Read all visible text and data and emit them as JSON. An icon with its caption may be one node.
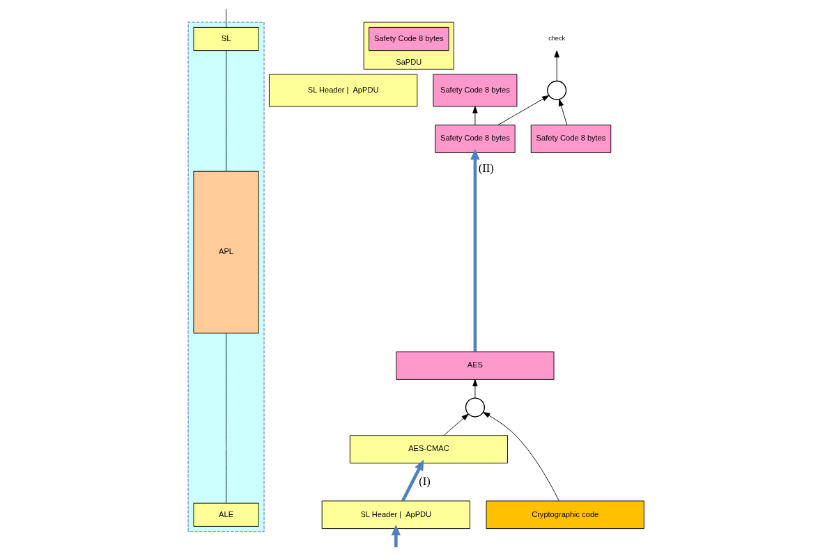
{
  "diagram": {
    "nodes": [
      {
        "text": [],
        "shape": "box"
      },
      {
        "text": [
          "SL"
        ],
        "in": 0
      },
      {
        "text": [
          "APL"
        ],
        "in": 0
      },
      {
        "text": [
          "ALE"
        ],
        "in": 0
      },
      {
        "text": [
          "SaPDU"
        ]
      },
      {
        "text": [
          "Safety Code 8 bytes"
        ],
        "in": 4
      },
      {
        "text": [
          "SL Header |  ApPDU"
        ]
      },
      {
        "text": [
          "Safety Code 8 bytes"
        ]
      },
      {
        "text": [
          "Safety Code 8 bytes"
        ]
      },
      {
        "text": [
          "Safety Code 8 bytes"
        ]
      },
      {
        "text": [
          "AES"
        ]
      },
      {
        "text": [
          "AES-CMAC"
        ]
      },
      {
        "text": [
          "SL Header |  ApPDU"
        ]
      },
      {
        "text": [
          "Cryptographic code"
        ]
      },
      {
        "text": [],
        "shape": "circle"
      },
      {
        "text": [
          "check"
        ]
      },
      {
        "text": [],
        "shape": "circle"
      }
    ],
    "edges": [
      {
        "from": null,
        "to": 1,
        "arrow": "none"
      },
      {
        "from": 1,
        "to": 2,
        "arrow": "none"
      },
      {
        "from": 2,
        "to": 3,
        "arrow": "none"
      },
      {
        "from": 8,
        "to": 7,
        "arrow": "to"
      },
      {
        "from": 8,
        "to": 14,
        "arrow": "to"
      },
      {
        "from": 9,
        "to": 14,
        "arrow": "to"
      },
      {
        "from": 14,
        "to": 15,
        "arrow": "to"
      },
      {
        "from": 11,
        "to": 16,
        "arrow": "to"
      },
      {
        "from": 13,
        "to": 16,
        "arrow": "to"
      },
      {
        "from": 16,
        "to": 10,
        "arrow": "to"
      },
      {
        "from": 12,
        "to": 11,
        "arrow": "to",
        "label": "(I)",
        "style": "thick",
        "color": "#4f81bd"
      },
      {
        "from": 10,
        "to": 8,
        "arrow": "to",
        "label": "(II)",
        "style": "thick",
        "color": "#4f81bd"
      },
      {
        "from": null,
        "to": 12,
        "arrow": "to",
        "style": "thick",
        "color": "#4f81bd"
      }
    ]
  }
}
